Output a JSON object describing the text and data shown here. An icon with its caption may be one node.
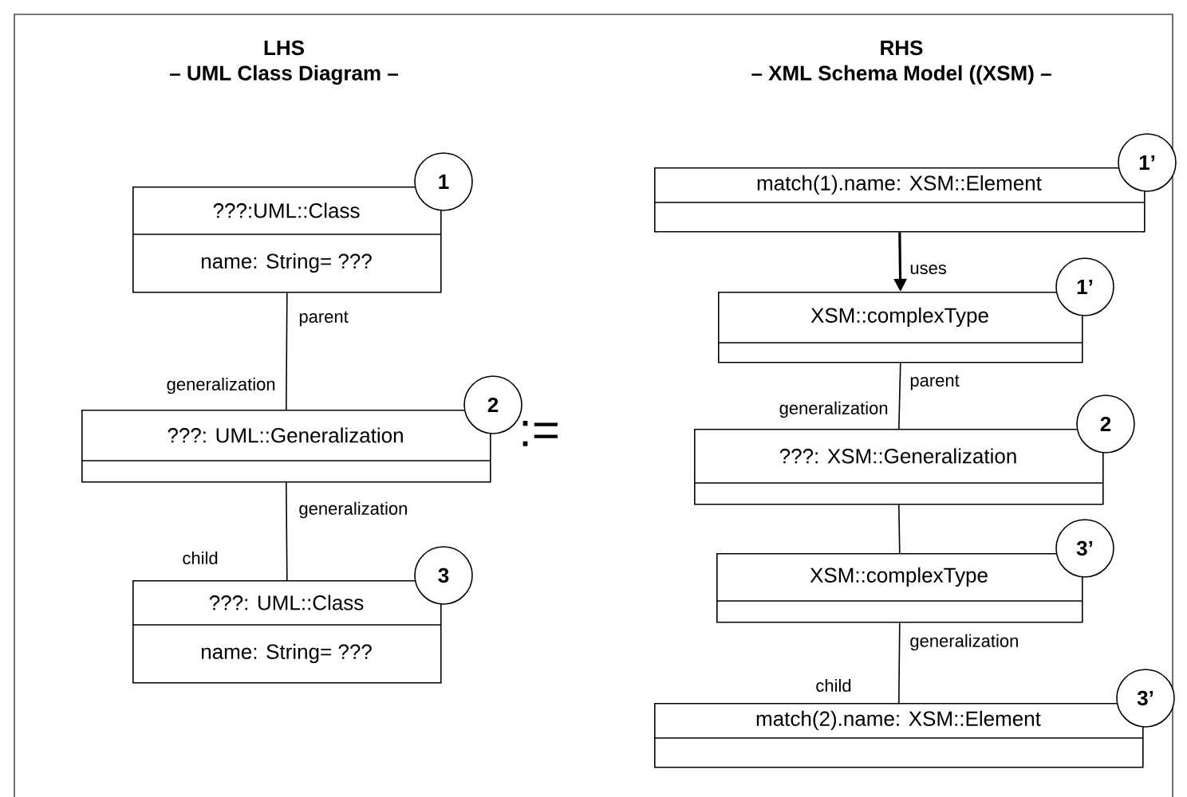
{
  "diagram": {
    "nodes": [
      {
        "text": [
          "???:UML::Class",
          "name: String= ???"
        ],
        "beside": [
          "1"
        ]
      },
      {
        "text": [
          "???: UML::Generalization"
        ],
        "beside": [
          "2"
        ]
      },
      {
        "text": [
          "???: UML::Class",
          "name: String= ???"
        ],
        "beside": [
          "3"
        ]
      },
      {
        "text": [
          "match(1).name: XSM::Element"
        ],
        "beside": [
          "1’"
        ]
      },
      {
        "text": [
          "XSM::complexType"
        ],
        "beside": [
          "1’"
        ]
      },
      {
        "text": [
          "???: XSM::Generalization"
        ],
        "beside": [
          "2"
        ]
      },
      {
        "text": [
          "XSM::complexType"
        ],
        "beside": [
          "3’"
        ]
      },
      {
        "text": [
          "match(2).name: XSM::Element"
        ],
        "beside": [
          "3’"
        ]
      }
    ],
    "edges": [
      {
        "from": 0,
        "to": 1,
        "arrow": "none",
        "label": "parent"
      },
      {
        "from": 1,
        "to": 2,
        "arrow": "none",
        "label": "generalization"
      },
      {
        "from": 3,
        "to": 4,
        "arrow": "to",
        "label": "uses"
      },
      {
        "from": 4,
        "to": 5,
        "arrow": "none",
        "label": "parent"
      },
      {
        "from": 5,
        "to": 6,
        "arrow": "none"
      },
      {
        "from": 6,
        "to": 7,
        "arrow": "none",
        "label": "generalization"
      }
    ],
    "labels": [
      "LHS",
      "– UML Class Diagram –",
      "RHS",
      "– XML Schema Model ((XSM) –",
      ":=",
      "generalization",
      "child",
      "generalization",
      "child"
    ]
  }
}
